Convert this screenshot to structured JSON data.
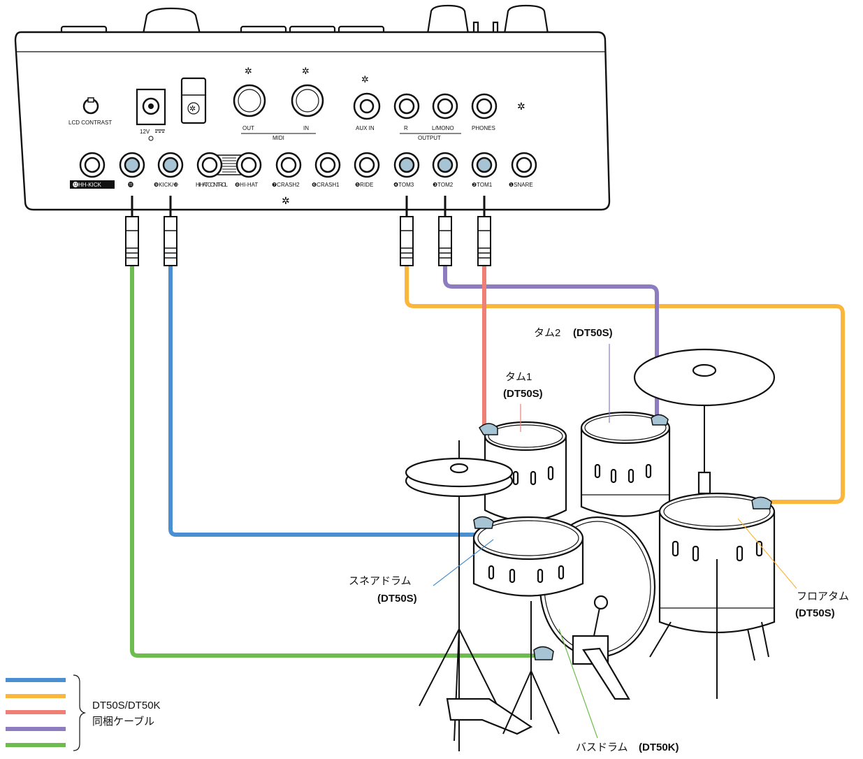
{
  "colors": {
    "blue": "#4a8fd1",
    "orange": "#fbb73b",
    "red": "#ee8076",
    "purple": "#8d7cbf",
    "green": "#6cbd4d",
    "jack_highlight": "#a7c4d4"
  },
  "module": {
    "top_labels": {
      "lcd_contrast": "LCD CONTRAST",
      "power": "12V",
      "midi_out": "OUT",
      "midi_in": "IN",
      "midi": "MIDI",
      "aux_in": "AUX IN",
      "out_r": "R",
      "out_lmono": "L/MONO",
      "output": "OUTPUT",
      "phones": "PHONES"
    },
    "trigger_inputs": [
      {
        "label": "⓬HH-KICK",
        "connected": false
      },
      {
        "label": "⓫",
        "connected": true
      },
      {
        "label": "❾KICK/❿",
        "connected": true
      },
      {
        "label": "HI-HAT CONTROL",
        "connected": false
      },
      {
        "label": "❽HI-HAT",
        "connected": false
      },
      {
        "label": "❼CRASH2",
        "connected": false
      },
      {
        "label": "❻CRASH1",
        "connected": false
      },
      {
        "label": "❺RIDE",
        "connected": false
      },
      {
        "label": "❹TOM3",
        "connected": true
      },
      {
        "label": "❸TOM2",
        "connected": true
      },
      {
        "label": "❷TOM1",
        "connected": true
      },
      {
        "label": "❶SNARE",
        "connected": false
      }
    ]
  },
  "drums": {
    "tom1_name": "タム1",
    "tom1_model": "(DT50S)",
    "tom2_name": "タム2",
    "tom2_model": "(DT50S)",
    "snare_name": "スネアドラム",
    "snare_model": "(DT50S)",
    "floor_name": "フロアタム",
    "floor_model": "(DT50S)",
    "bass_name": "バスドラム",
    "bass_model": "(DT50K)"
  },
  "legend": {
    "line1": "DT50S/DT50K",
    "line2": "同梱ケーブル"
  }
}
